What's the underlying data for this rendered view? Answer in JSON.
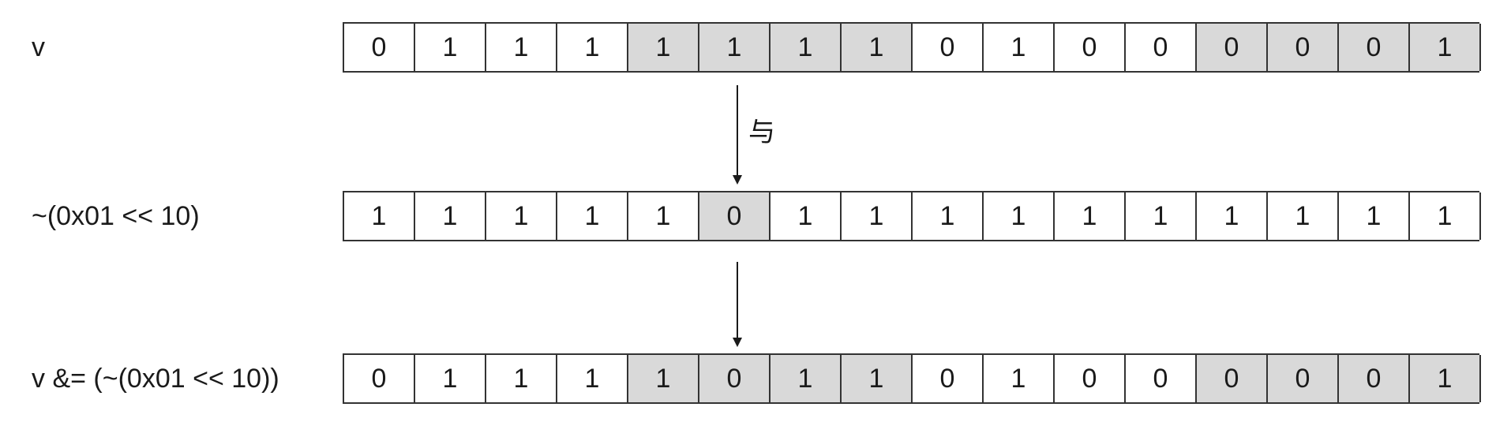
{
  "rows": [
    {
      "label": "v",
      "bits": [
        {
          "value": "0",
          "highlight": false
        },
        {
          "value": "1",
          "highlight": false
        },
        {
          "value": "1",
          "highlight": false
        },
        {
          "value": "1",
          "highlight": false
        },
        {
          "value": "1",
          "highlight": true
        },
        {
          "value": "1",
          "highlight": true
        },
        {
          "value": "1",
          "highlight": true
        },
        {
          "value": "1",
          "highlight": true
        },
        {
          "value": "0",
          "highlight": false
        },
        {
          "value": "1",
          "highlight": false
        },
        {
          "value": "0",
          "highlight": false
        },
        {
          "value": "0",
          "highlight": false
        },
        {
          "value": "0",
          "highlight": true
        },
        {
          "value": "0",
          "highlight": true
        },
        {
          "value": "0",
          "highlight": true
        },
        {
          "value": "1",
          "highlight": true
        }
      ]
    },
    {
      "label": "~(0x01 << 10)",
      "bits": [
        {
          "value": "1",
          "highlight": false
        },
        {
          "value": "1",
          "highlight": false
        },
        {
          "value": "1",
          "highlight": false
        },
        {
          "value": "1",
          "highlight": false
        },
        {
          "value": "1",
          "highlight": false
        },
        {
          "value": "0",
          "highlight": true
        },
        {
          "value": "1",
          "highlight": false
        },
        {
          "value": "1",
          "highlight": false
        },
        {
          "value": "1",
          "highlight": false
        },
        {
          "value": "1",
          "highlight": false
        },
        {
          "value": "1",
          "highlight": false
        },
        {
          "value": "1",
          "highlight": false
        },
        {
          "value": "1",
          "highlight": false
        },
        {
          "value": "1",
          "highlight": false
        },
        {
          "value": "1",
          "highlight": false
        },
        {
          "value": "1",
          "highlight": false
        }
      ]
    },
    {
      "label": "v &= (~(0x01 << 10))",
      "bits": [
        {
          "value": "0",
          "highlight": false
        },
        {
          "value": "1",
          "highlight": false
        },
        {
          "value": "1",
          "highlight": false
        },
        {
          "value": "1",
          "highlight": false
        },
        {
          "value": "1",
          "highlight": true
        },
        {
          "value": "0",
          "highlight": true
        },
        {
          "value": "1",
          "highlight": true
        },
        {
          "value": "1",
          "highlight": true
        },
        {
          "value": "0",
          "highlight": false
        },
        {
          "value": "1",
          "highlight": false
        },
        {
          "value": "0",
          "highlight": false
        },
        {
          "value": "0",
          "highlight": false
        },
        {
          "value": "0",
          "highlight": true
        },
        {
          "value": "0",
          "highlight": true
        },
        {
          "value": "0",
          "highlight": true
        },
        {
          "value": "1",
          "highlight": true
        }
      ]
    }
  ],
  "operation_label": "与",
  "colors": {
    "highlight": "#d9d9d9",
    "cell": "#ffffff",
    "border": "#333333"
  }
}
